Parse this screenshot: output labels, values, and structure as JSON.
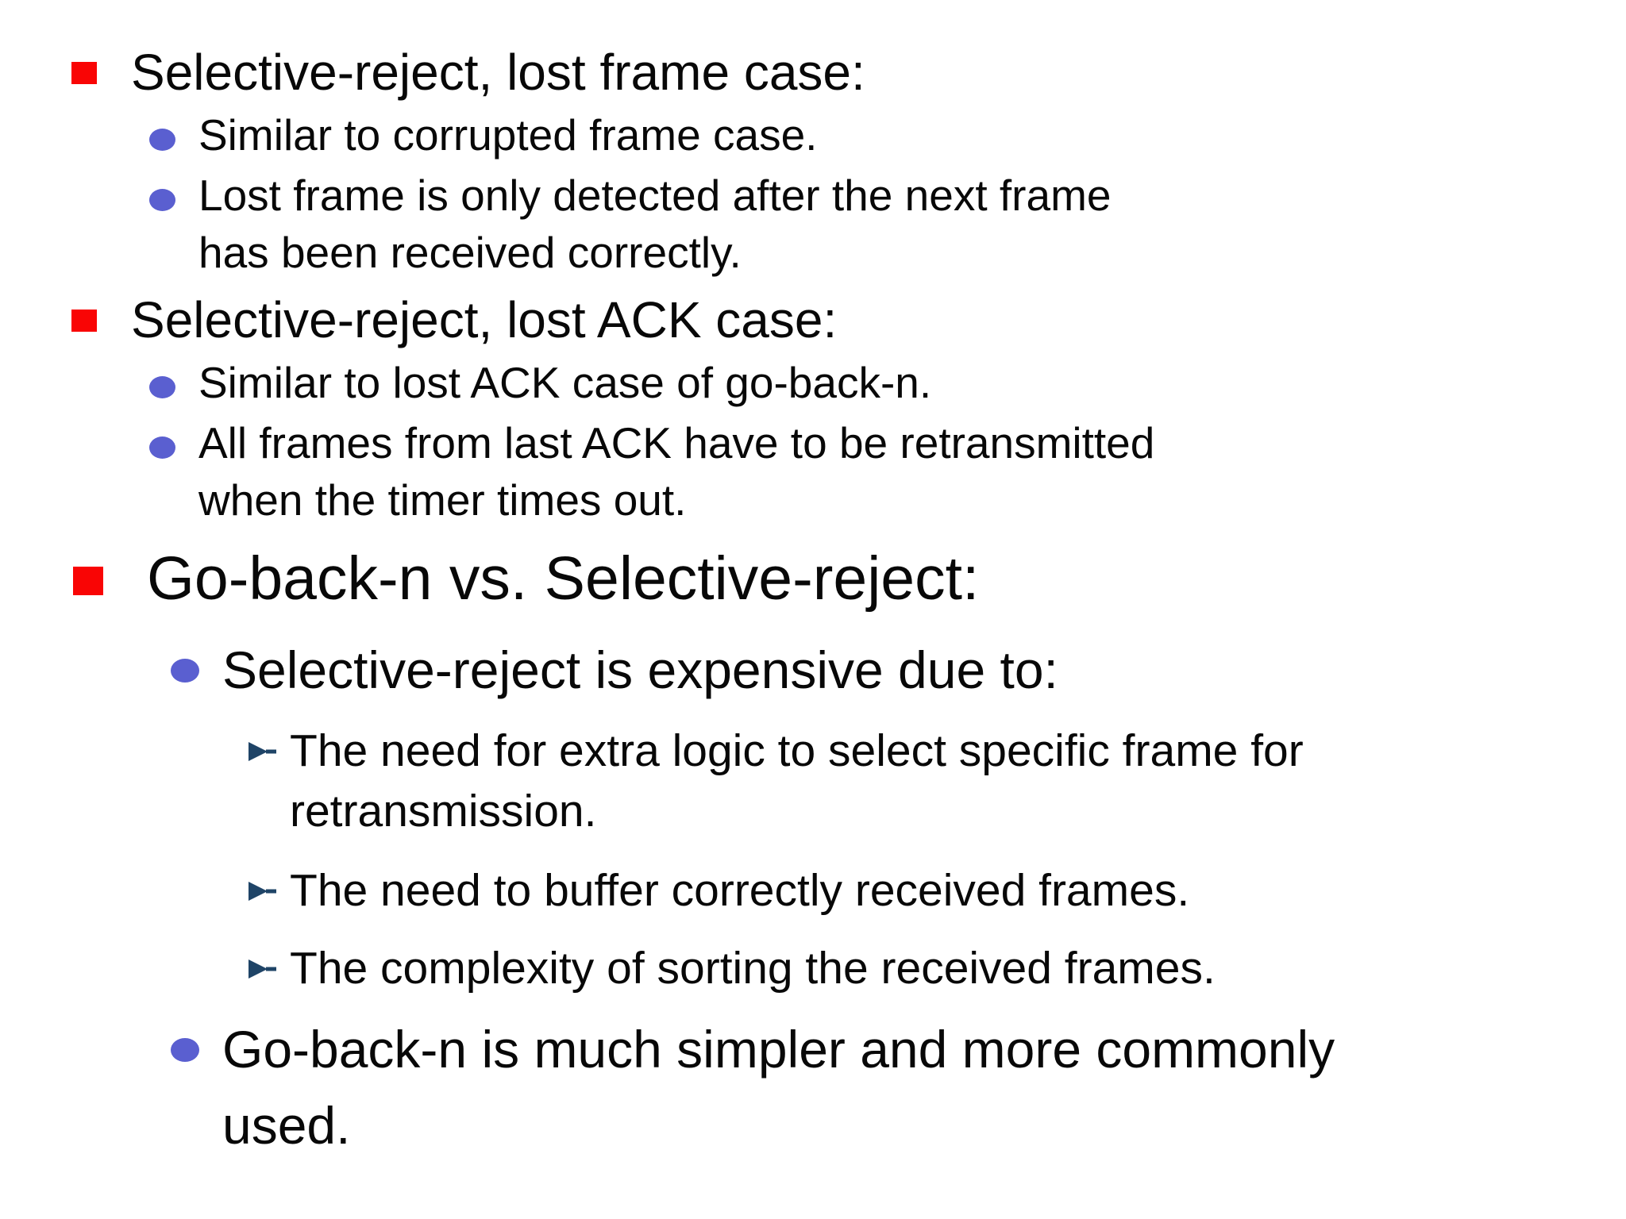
{
  "slide": {
    "background": "#ffffff",
    "text_color": "#080808",
    "bullet_colors": {
      "level1_square": "#f90505",
      "level2_dot": "#5a5fd0",
      "level3_arrow": "#1f4467"
    },
    "bullet_icons": {
      "level1": "square-bullet-icon",
      "level2": "dot-bullet-icon",
      "level3": "arrow-bullet-icon"
    },
    "blocks": [
      {
        "level": 1,
        "size": "md",
        "lines": [
          "Selective-reject, lost frame case:"
        ]
      },
      {
        "level": 2,
        "size": "sm",
        "lines": [
          "Similar to corrupted frame case."
        ]
      },
      {
        "level": 2,
        "size": "sm",
        "lines": [
          "Lost frame is only detected after the next frame",
          "has been received correctly."
        ]
      },
      {
        "level": 1,
        "size": "md",
        "lines": [
          "Selective-reject, lost ACK case:"
        ]
      },
      {
        "level": 2,
        "size": "sm",
        "lines": [
          "Similar to lost ACK case of go-back-n."
        ]
      },
      {
        "level": 2,
        "size": "sm",
        "lines": [
          "All frames from last ACK have to be retransmitted",
          "when the timer times out."
        ]
      },
      {
        "level": 1,
        "size": "lg",
        "lines": [
          "Go-back-n vs. Selective-reject:"
        ]
      },
      {
        "level": 2,
        "size": "lg2",
        "lines": [
          "Selective-reject is expensive due to:"
        ]
      },
      {
        "level": 3,
        "size": "ar",
        "lines": [
          "The need for extra logic to select specific frame for",
          "retransmission."
        ]
      },
      {
        "level": 3,
        "size": "ar",
        "lines": [
          "The need to buffer correctly received frames."
        ]
      },
      {
        "level": 3,
        "size": "ar",
        "lines": [
          "The complexity of sorting the received frames."
        ]
      },
      {
        "level": 2,
        "size": "lg2",
        "lines": [
          "Go-back-n is much simpler and more commonly",
          "used."
        ]
      }
    ]
  }
}
